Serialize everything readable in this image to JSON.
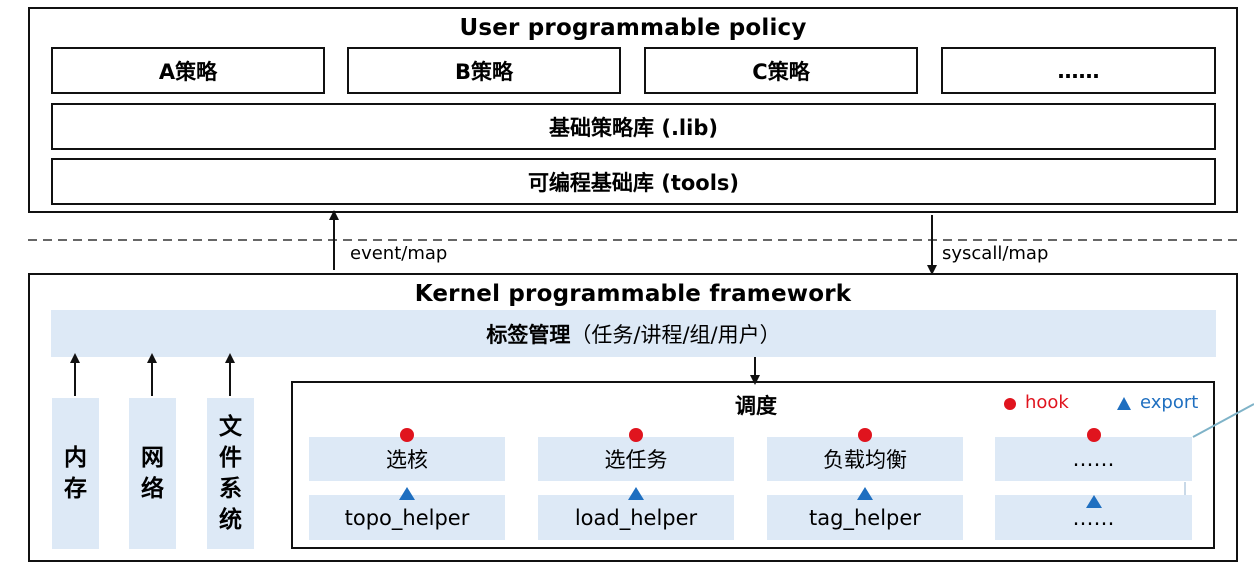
{
  "colors": {
    "border": "#111111",
    "panel_fill": "#dde9f6",
    "hook": "#e0141e",
    "export": "#1f6fc0",
    "leader_line": "#7fb3c8"
  },
  "user_policy": {
    "title": "User programmable policy",
    "policies": [
      "A策略",
      "B策略",
      "C策略",
      "……"
    ],
    "base_lib": "基础策略库 (.lib)",
    "tools_lib": "可编程基础库 (tools)"
  },
  "links": {
    "up_label": "event/map",
    "down_label": "syscall/map"
  },
  "kernel": {
    "title": "Kernel programmable framework",
    "tag_bar_bold": "标签管理",
    "tag_bar_rest": "（任务/讲程/组/用户）",
    "side_columns": [
      {
        "lines": [
          "内",
          "存"
        ]
      },
      {
        "lines": [
          "网",
          "络"
        ]
      },
      {
        "lines": [
          "文",
          "件",
          "系",
          "统"
        ]
      }
    ]
  },
  "scheduler": {
    "title": "调度",
    "legend": {
      "hook_label": "hook",
      "export_label": "export",
      "hook_icon": "red-dot",
      "export_icon": "blue-triangle"
    },
    "hooks": [
      "选核",
      "选任务",
      "负载均衡",
      "……"
    ],
    "helpers": [
      "topo_helper",
      "load_helper",
      "tag_helper",
      "……"
    ]
  }
}
